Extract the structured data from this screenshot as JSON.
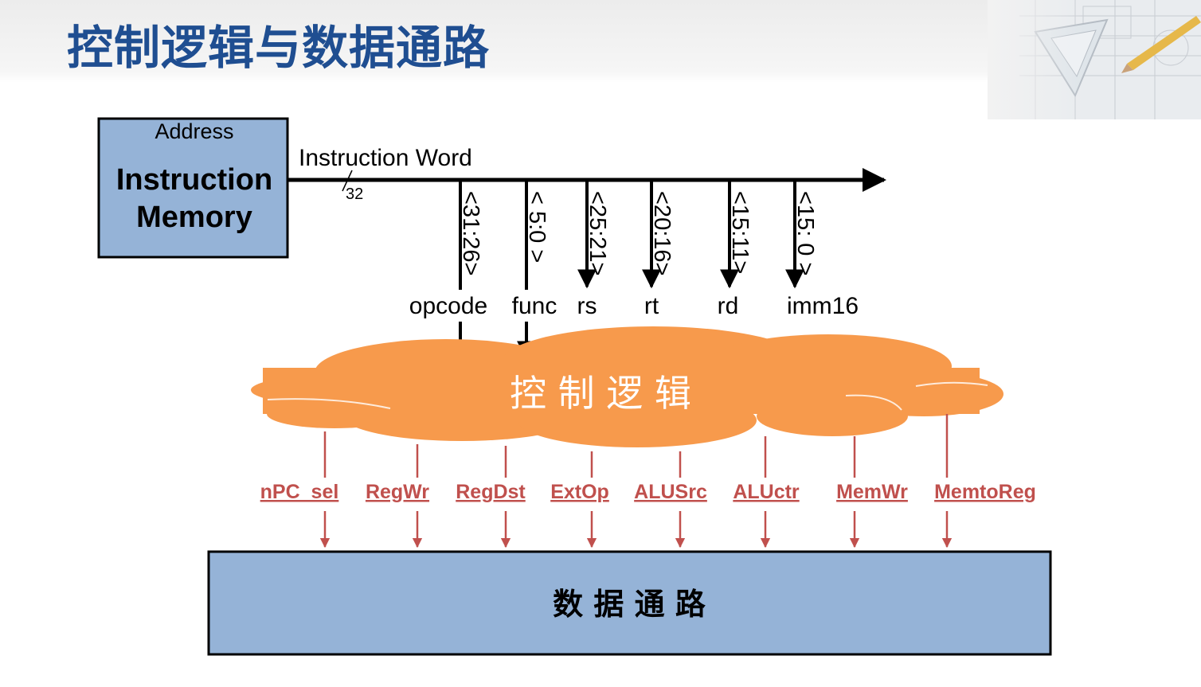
{
  "slide": {
    "title": "控制逻辑与数据通路"
  },
  "instruction_memory": {
    "address_label": "Address",
    "title_line1": "Instruction",
    "title_line2": "Memory"
  },
  "bus": {
    "label": "Instruction Word",
    "width": "32"
  },
  "fields": [
    {
      "range": "<31:26>",
      "name": "opcode",
      "to_control": true
    },
    {
      "range": "< 5:0 >",
      "name": "func",
      "to_control": true
    },
    {
      "range": "<25:21>",
      "name": "rs",
      "to_control": false
    },
    {
      "range": "<20:16>",
      "name": "rt",
      "to_control": false
    },
    {
      "range": "<15:11>",
      "name": "rd",
      "to_control": false
    },
    {
      "range": "<15: 0 >",
      "name": "imm16",
      "to_control": false
    }
  ],
  "control_logic": {
    "label": "控 制 逻 辑",
    "color": "#f79a4c"
  },
  "signals": [
    "nPC_sel",
    "RegWr",
    "RegDst",
    "ExtOp",
    "ALUSrc",
    "ALUctr",
    "MemWr",
    "MemtoReg"
  ],
  "signal_color": "#c0504d",
  "datapath": {
    "label": "数 据 通 路",
    "color": "#95b3d7"
  }
}
